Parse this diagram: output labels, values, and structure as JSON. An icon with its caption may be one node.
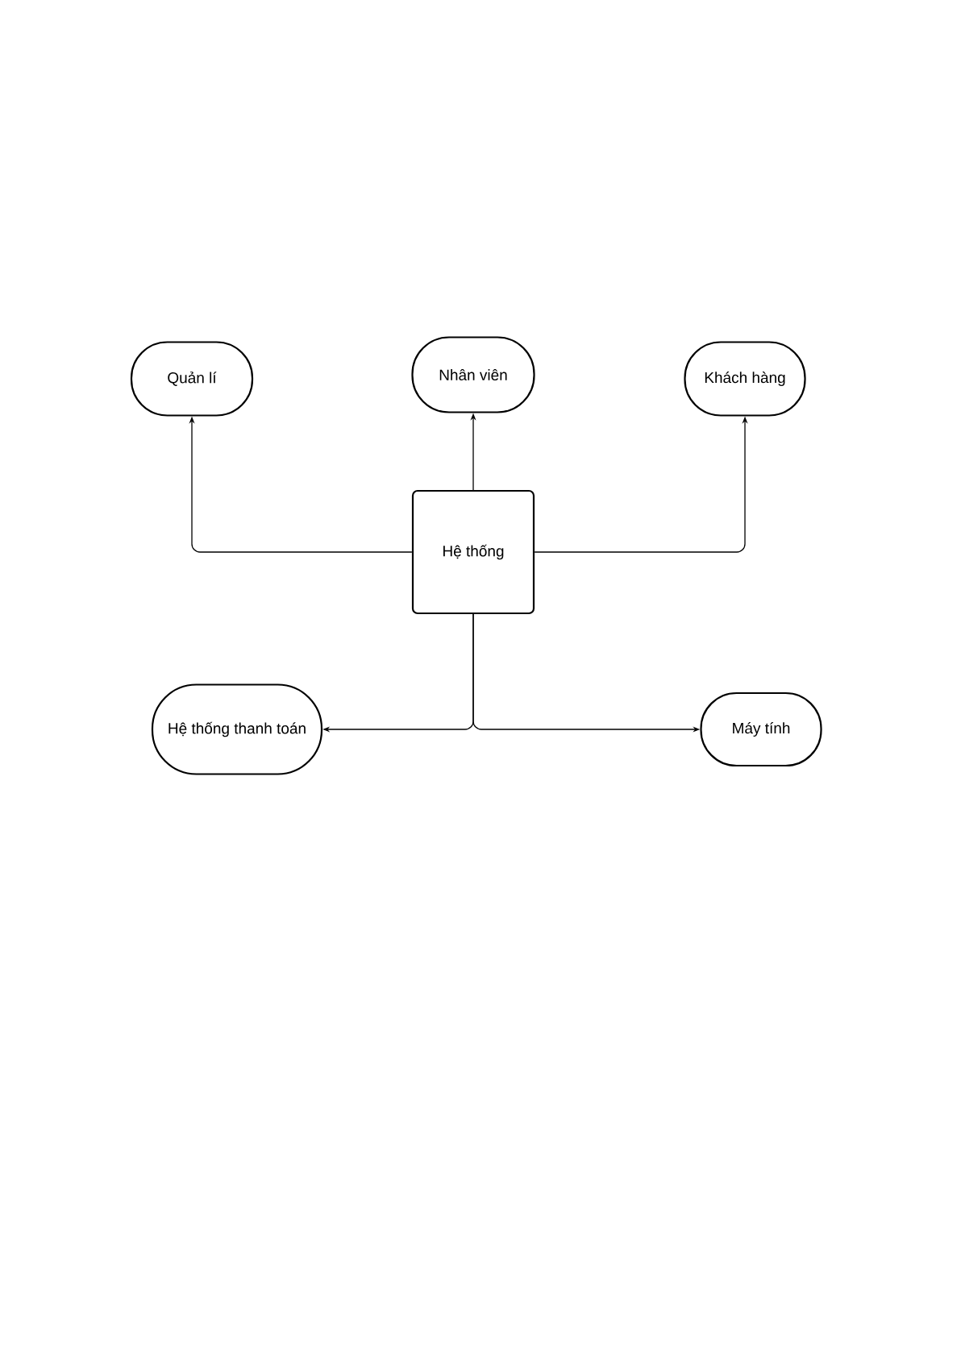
{
  "diagram": {
    "nodes": [
      {
        "text": [
          "Quản lí"
        ]
      },
      {
        "text": [
          "Nhân viên"
        ]
      },
      {
        "text": [
          "Khách hàng"
        ]
      },
      {
        "text": [
          "Hệ thống"
        ]
      },
      {
        "text": [
          "Hệ thống thanh toán"
        ]
      },
      {
        "text": [
          "Máy tính"
        ]
      }
    ],
    "edges": [
      {
        "from": 3,
        "to": 0,
        "arrow": "to"
      },
      {
        "from": 3,
        "to": 1,
        "arrow": "to"
      },
      {
        "from": 3,
        "to": 2,
        "arrow": "to"
      },
      {
        "from": 3,
        "to": 4,
        "arrow": "to"
      },
      {
        "from": 3,
        "to": 5,
        "arrow": "to"
      }
    ]
  }
}
